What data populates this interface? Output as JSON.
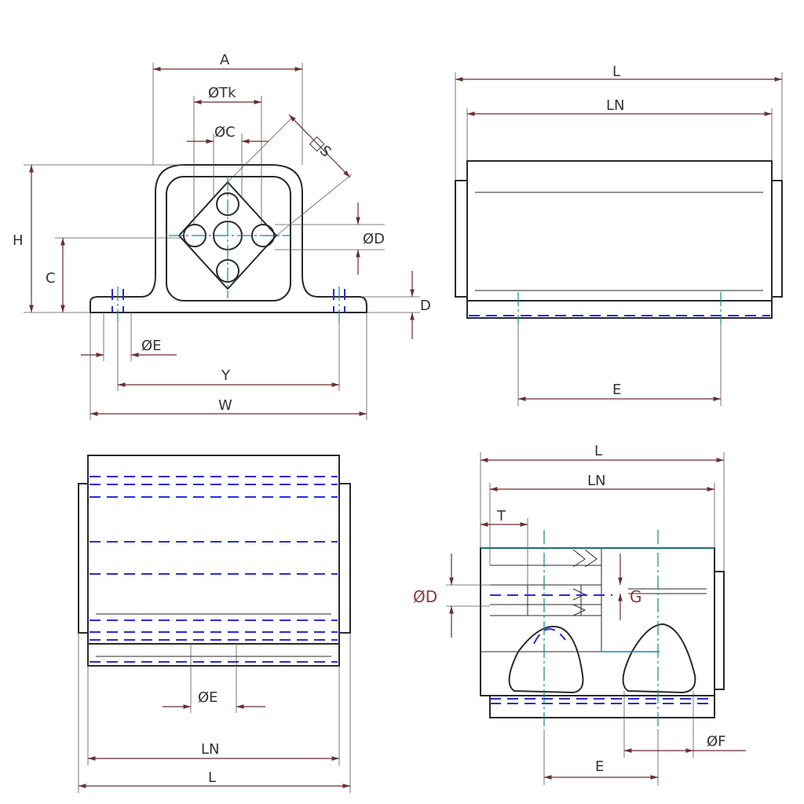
{
  "front_view": {
    "A": "A",
    "Tk": "ØTk",
    "C_dia": "ØC",
    "S": "□S",
    "H": "H",
    "C": "C",
    "D_dia": "ØD",
    "D": "D",
    "E_dia": "ØE",
    "Y": "Y",
    "W": "W"
  },
  "side_view": {
    "L": "L",
    "LN": "LN",
    "E": "E"
  },
  "top_view": {
    "E_dia": "ØE",
    "LN": "LN",
    "L": "L"
  },
  "section_view": {
    "L": "L",
    "LN": "LN",
    "T": "T",
    "D_dia": "ØD",
    "G": "G",
    "E": "E",
    "F_dia": "ØF"
  },
  "colors": {
    "outline": "#2a2a2a",
    "dimension": "#6b2f2f",
    "hidden": "#2b2bd6",
    "center": "#138a8a"
  }
}
